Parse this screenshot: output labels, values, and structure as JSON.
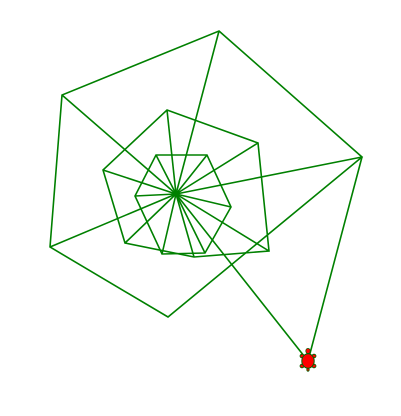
{
  "colors": {
    "background": "#ffffff",
    "stroke": "#008000",
    "turtle_fill": "#ff0000",
    "turtle_outline": "#006400"
  },
  "drawing": {
    "description_shapes": [
      "outer-pentagon",
      "middle-hexagon",
      "inner-hexagon",
      "center-spokes",
      "turtle-path"
    ],
    "turtle_icon": "turtle-icon"
  }
}
